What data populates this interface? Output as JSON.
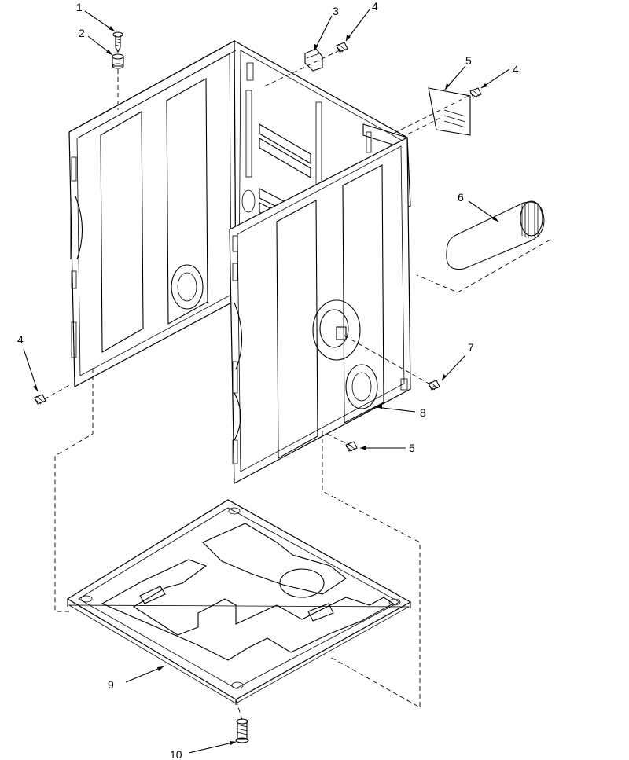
{
  "callouts": [
    {
      "id": "c1",
      "text": "1"
    },
    {
      "id": "c2",
      "text": "2"
    },
    {
      "id": "c3",
      "text": "3"
    },
    {
      "id": "c4a",
      "text": "4"
    },
    {
      "id": "c4b",
      "text": "4"
    },
    {
      "id": "c4c",
      "text": "4"
    },
    {
      "id": "c5a",
      "text": "5"
    },
    {
      "id": "c5b",
      "text": "5"
    },
    {
      "id": "c6",
      "text": "6"
    },
    {
      "id": "c7",
      "text": "7"
    },
    {
      "id": "c8",
      "text": "8"
    },
    {
      "id": "c9",
      "text": "9"
    },
    {
      "id": "c10",
      "text": "10"
    }
  ]
}
